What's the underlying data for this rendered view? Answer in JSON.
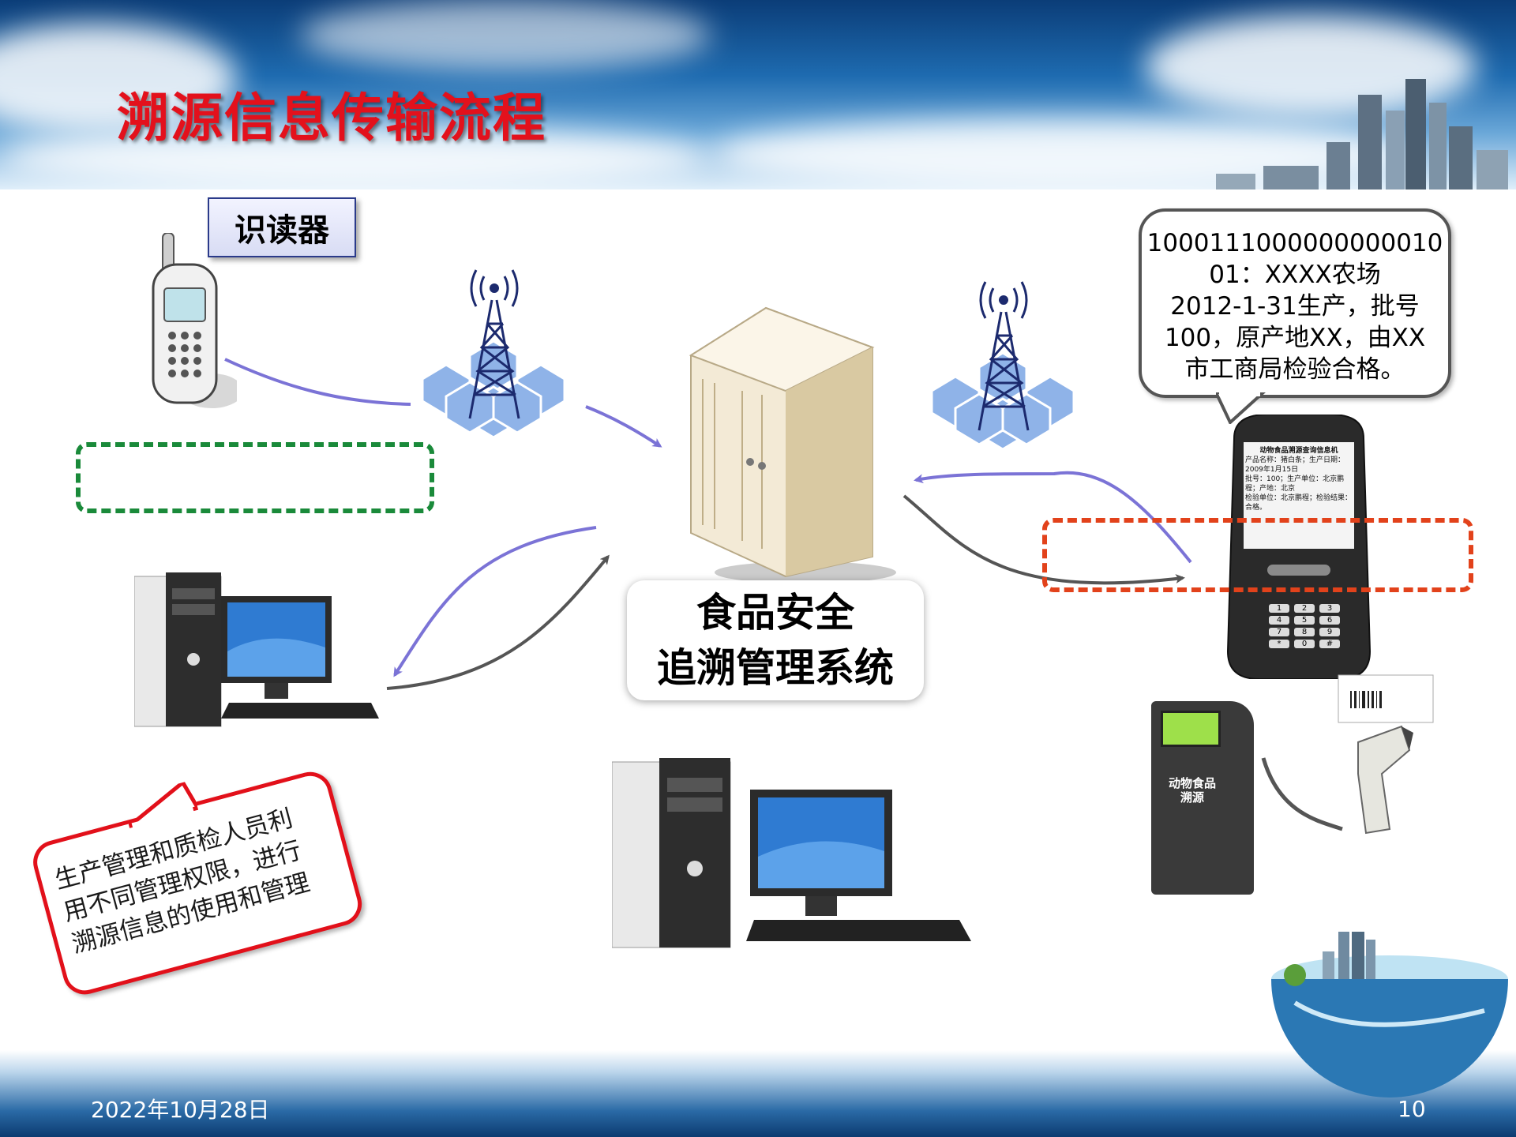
{
  "title": "溯源信息传输流程",
  "reader_label": "识读器",
  "system_label": {
    "line1": "食品安全",
    "line2": "追溯管理系统"
  },
  "info_bubble": [
    "1000111000000000010",
    "01：XXXX农场",
    "2012-1-31生产，批号",
    "100，原产地XX，由XX",
    "市工商局检验合格。"
  ],
  "note": "生产管理和质检人员利用不同管理权限，进行溯源信息的使用和管理",
  "terminal_screen": {
    "header": "动物食品溯源查询信息机",
    "lines": [
      "产品名称：猪白条；生产日期：2009年1月15日",
      "批号：100；生产单位：北京鹏程；产地：北京",
      "检验单位：北京鹏程；检验结果：合格。"
    ]
  },
  "terminal_keys": [
    "1",
    "2",
    "3",
    "4",
    "5",
    "6",
    "7",
    "8",
    "9",
    "*",
    "0",
    "#"
  ],
  "scanner_device_label": "动物食品 溯源",
  "footer": {
    "date": "2022年10月28日",
    "page": "10"
  },
  "colors": {
    "title": "#e3111c",
    "arrow_blue": "#7b73d6",
    "arrow_gray": "#555555",
    "green_dashed": "#1a8a3a",
    "red_dashed": "#e2421b"
  }
}
